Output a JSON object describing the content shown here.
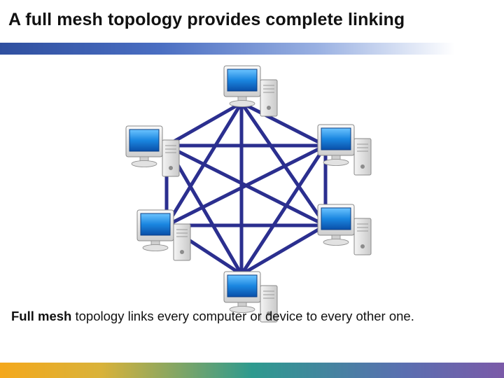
{
  "slide": {
    "title": "A full mesh topology provides complete linking"
  },
  "diagram": {
    "type": "full-mesh-network",
    "link_color": "#2b2f8f",
    "nodes": [
      {
        "id": "top",
        "icon": "desktop-computer-icon"
      },
      {
        "id": "upper-right",
        "icon": "desktop-computer-icon"
      },
      {
        "id": "lower-right",
        "icon": "desktop-computer-icon"
      },
      {
        "id": "bottom",
        "icon": "desktop-computer-icon"
      },
      {
        "id": "lower-left",
        "icon": "desktop-computer-icon"
      },
      {
        "id": "upper-left",
        "icon": "desktop-computer-icon"
      }
    ]
  },
  "caption": {
    "bold": "Full mesh",
    "rest": " topology links every computer or device to every other one."
  }
}
